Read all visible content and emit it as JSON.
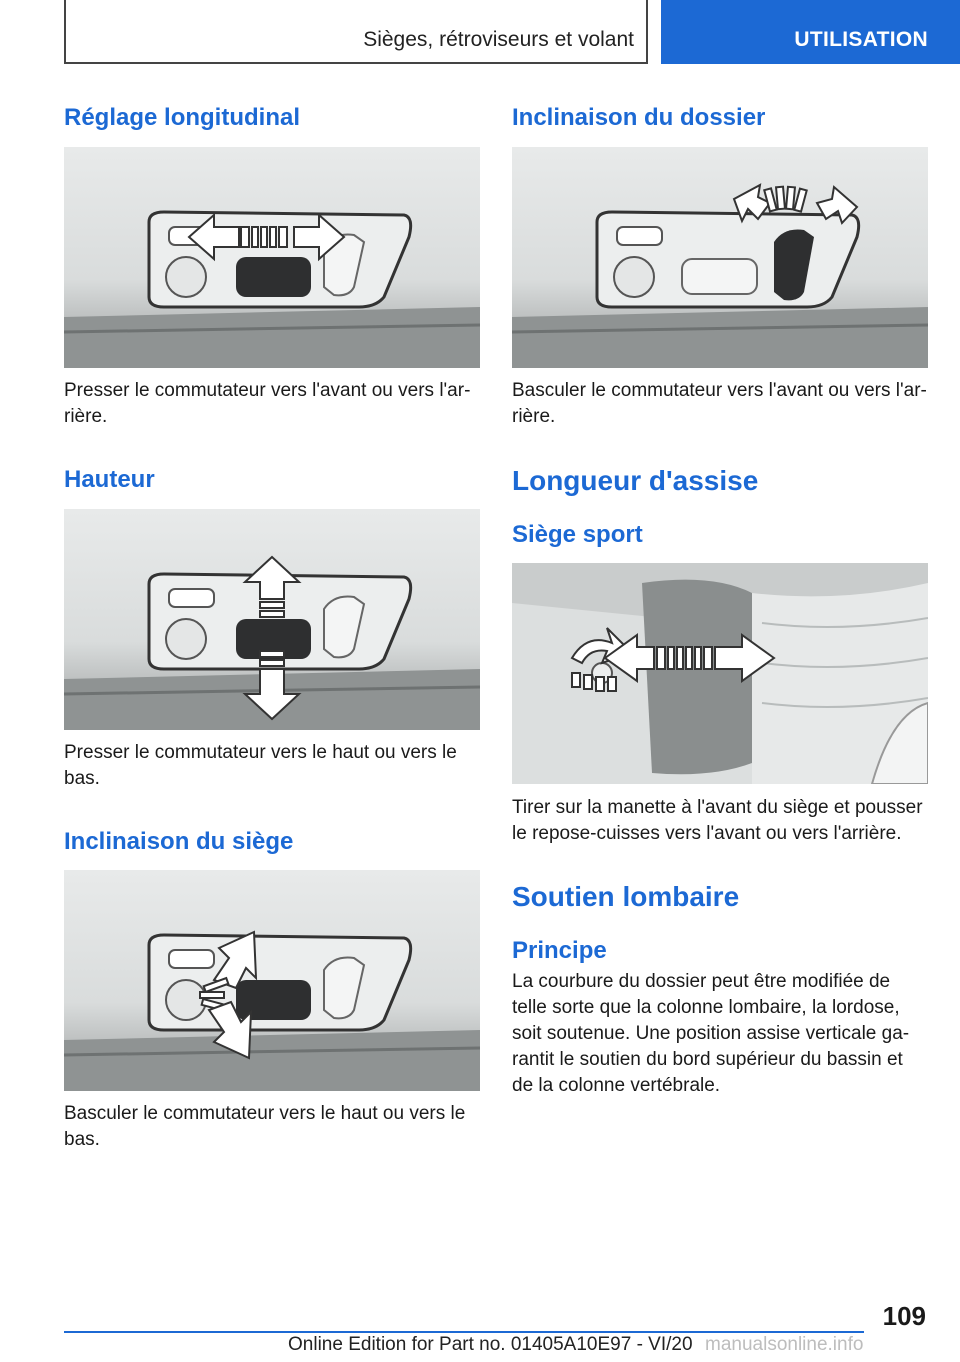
{
  "header": {
    "chapter_title": "Sièges, rétroviseurs et volant",
    "section_label": "UTILISATION"
  },
  "left_column": {
    "sec1": {
      "heading": "Réglage longitudinal",
      "caption": "Presser le commutateur vers l'avant ou vers l'ar‐\nrière."
    },
    "sec2": {
      "heading": "Hauteur",
      "caption": "Presser le commutateur vers le haut ou vers le\nbas."
    },
    "sec3": {
      "heading": "Inclinaison du siège",
      "caption": "Basculer le commutateur vers le haut ou vers le\nbas."
    }
  },
  "right_column": {
    "sec1": {
      "heading": "Inclinaison du dossier",
      "caption": "Basculer le commutateur vers l'avant ou vers l'ar‐\nrière."
    },
    "sec2": {
      "heading": "Longueur d'assise",
      "subheading": "Siège sport",
      "caption": "Tirer sur la manette à l'avant du siège et pousser\nle repose-cuisses vers l'avant ou vers l'arrière."
    },
    "sec3": {
      "heading": "Soutien lombaire",
      "subheading": "Principe",
      "body": "La courbure du dossier peut être modifiée de\ntelle sorte que la colonne lombaire, la lordose,\nsoit soutenue. Une position assise verticale ga‐\nrantit le soutien du bord supérieur du bassin et\nde la colonne vertébrale."
    }
  },
  "footer": {
    "page_number": "109",
    "edition_text": "Online Edition for Part no. 01405A10E97 - VI/20",
    "watermark": "manualsonline.info"
  },
  "colors": {
    "accent": "#1c69d4",
    "text": "#1a1a1a"
  }
}
